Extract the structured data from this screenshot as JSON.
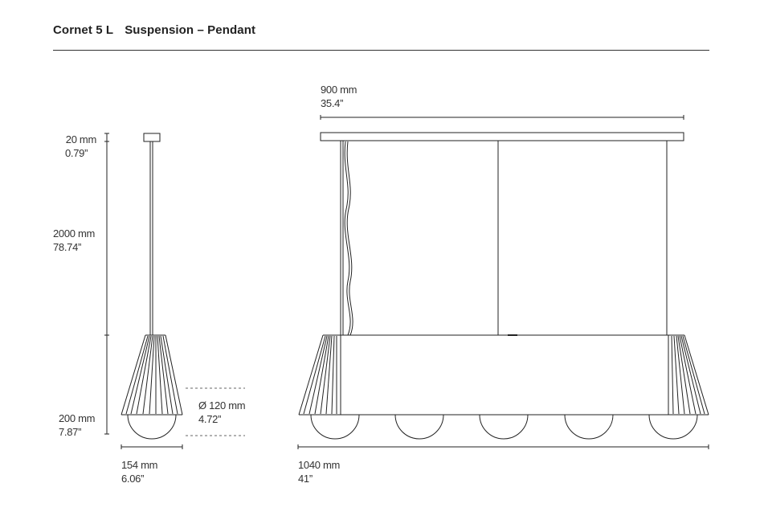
{
  "header": {
    "product": "Cornet 5 L",
    "type": "Suspension – Pendant"
  },
  "dimensions": {
    "canopy_height": {
      "mm": "20 mm",
      "in": "0.79”"
    },
    "cable_length": {
      "mm": "2000 mm",
      "in": "78.74”"
    },
    "shade_height": {
      "mm": "200 mm",
      "in": "7.87”"
    },
    "shade_width": {
      "mm": "154 mm",
      "in": "6.06”"
    },
    "bulb_diameter": {
      "mm": "Ø 120 mm",
      "in": "4.72”"
    },
    "canopy_length": {
      "mm": "900 mm",
      "in": "35.4”"
    },
    "total_length": {
      "mm": "1040 mm",
      "in": "41”"
    }
  },
  "views": [
    "side-view",
    "front-view"
  ],
  "lamp_count": 5
}
